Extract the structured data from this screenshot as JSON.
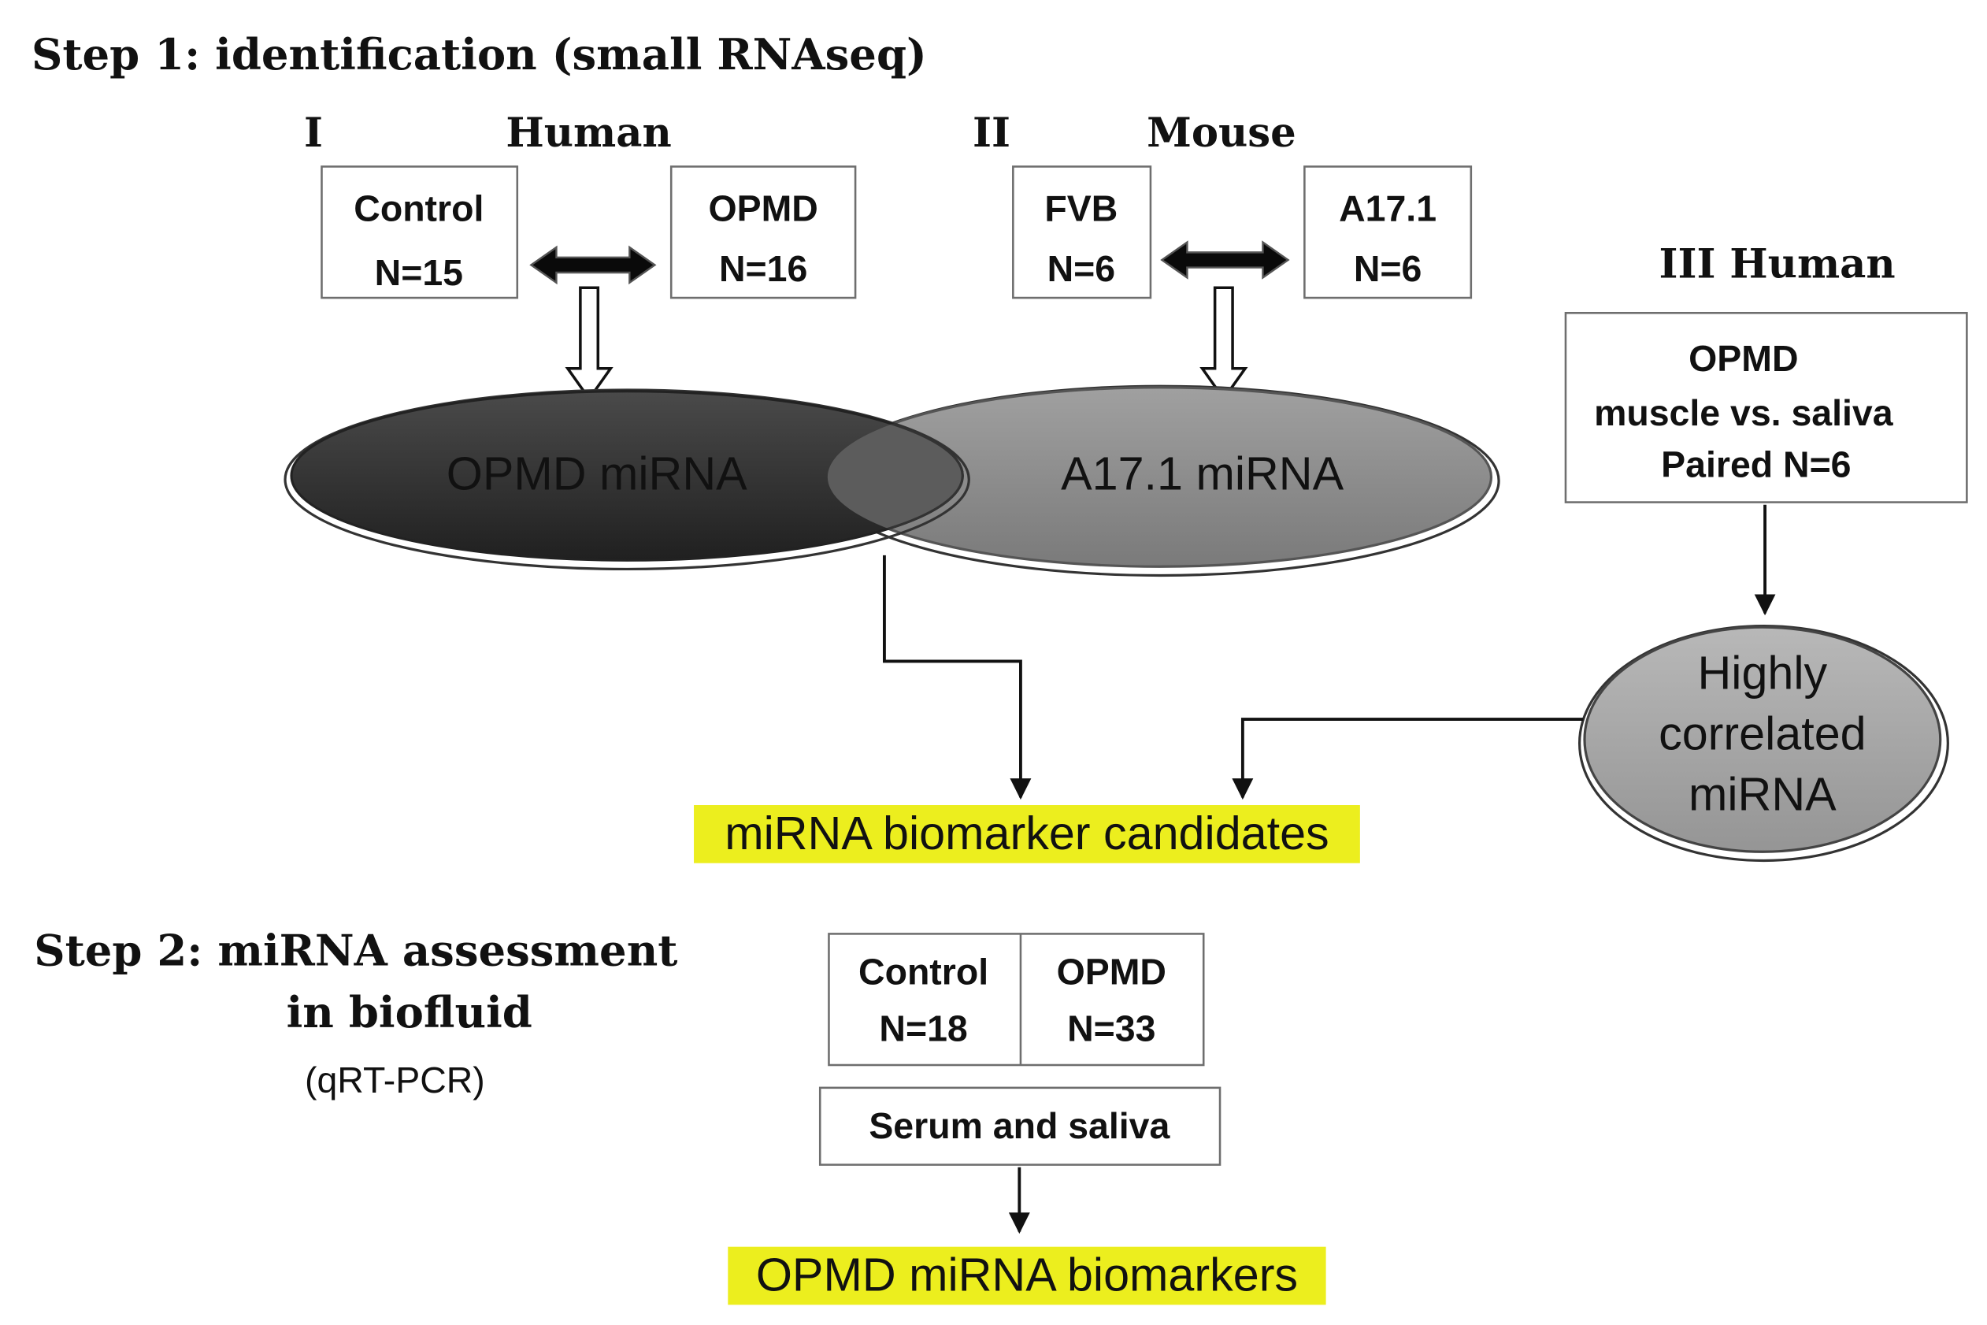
{
  "step1": {
    "heading": "Step 1: identification (small RNAseq)",
    "group_i": {
      "numeral": "I",
      "label": "Human",
      "control": {
        "name": "Control",
        "n": "N=15"
      },
      "opmd": {
        "name": "OPMD",
        "n": "N=16"
      },
      "result": "OPMD miRNA"
    },
    "group_ii": {
      "numeral": "II",
      "label": "Mouse",
      "control": {
        "name": "FVB",
        "n": "N=6"
      },
      "model": {
        "name": "A17.1",
        "n": "N=6"
      },
      "result": "A17.1 miRNA"
    },
    "group_iii": {
      "label": "III Human",
      "box_lines": [
        "OPMD",
        "muscle vs. saliva",
        "Paired N=6"
      ],
      "result_lines": [
        "Highly",
        "correlated",
        "miRNA"
      ]
    },
    "output": "miRNA biomarker candidates"
  },
  "step2": {
    "heading_lines": [
      "Step 2: miRNA assessment",
      "in biofluid"
    ],
    "method": "(qRT-PCR)",
    "control": {
      "name": "Control",
      "n": "N=18"
    },
    "opmd": {
      "name": "OPMD",
      "n": "N=33"
    },
    "sample": "Serum and saliva",
    "output": "OPMD miRNA biomarkers"
  },
  "colors": {
    "highlight": "#ecee1e",
    "opmd_ellipse": "#303030",
    "a17_ellipse": "#8a8a8a",
    "correlated_ellipse": "#a6a6a6"
  }
}
